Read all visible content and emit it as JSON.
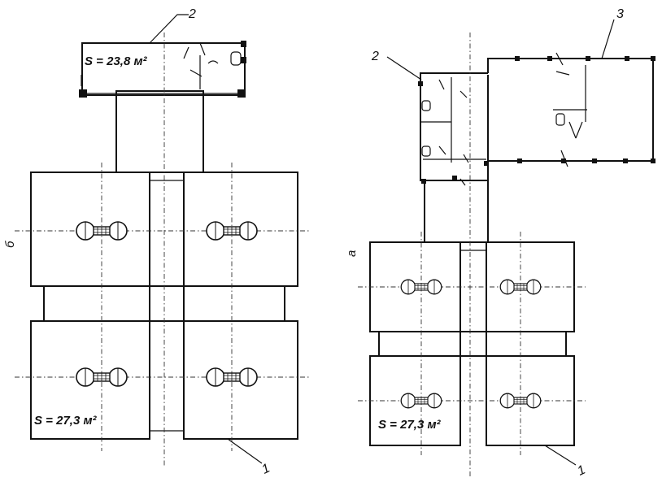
{
  "left_plan": {
    "variant_label": "б",
    "top_room_area": "S = 23,8 м²",
    "bottom_area": "S = 27,3 м²",
    "callout_top": "2",
    "callout_bottom": "1"
  },
  "right_plan": {
    "variant_label": "а",
    "bottom_area": "S = 27,3 м²",
    "callout_left": "2",
    "callout_right": "3",
    "callout_bottom": "1"
  }
}
